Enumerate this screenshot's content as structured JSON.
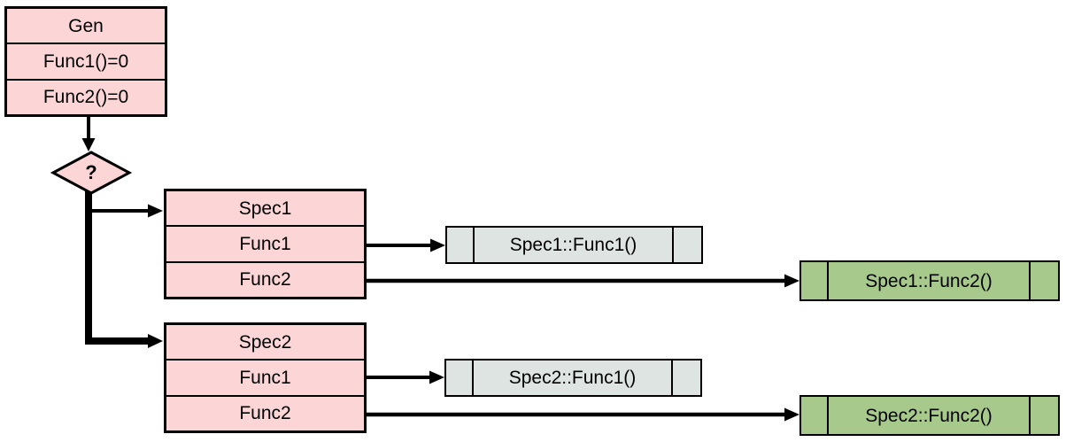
{
  "colors": {
    "class_fill": "#fcd6d6",
    "vtable_gray_fill": "#dde4e1",
    "vtable_green_fill": "#a7c98c",
    "border_color": "#000000",
    "connector_color": "#000000",
    "text_color": "#000000"
  },
  "classes": {
    "gen": {
      "title": "Gen",
      "methods": [
        "Func1()=0",
        "Func2()=0"
      ]
    },
    "spec1": {
      "title": "Spec1",
      "methods": [
        "Func1",
        "Func2"
      ]
    },
    "spec2": {
      "title": "Spec2",
      "methods": [
        "Func1",
        "Func2"
      ]
    }
  },
  "decision": {
    "label": "?"
  },
  "implementations": [
    {
      "label": "Spec1::Func1()",
      "variant": "gray"
    },
    {
      "label": "Spec1::Func2()",
      "variant": "green"
    },
    {
      "label": "Spec2::Func1()",
      "variant": "gray"
    },
    {
      "label": "Spec2::Func2()",
      "variant": "green"
    }
  ]
}
